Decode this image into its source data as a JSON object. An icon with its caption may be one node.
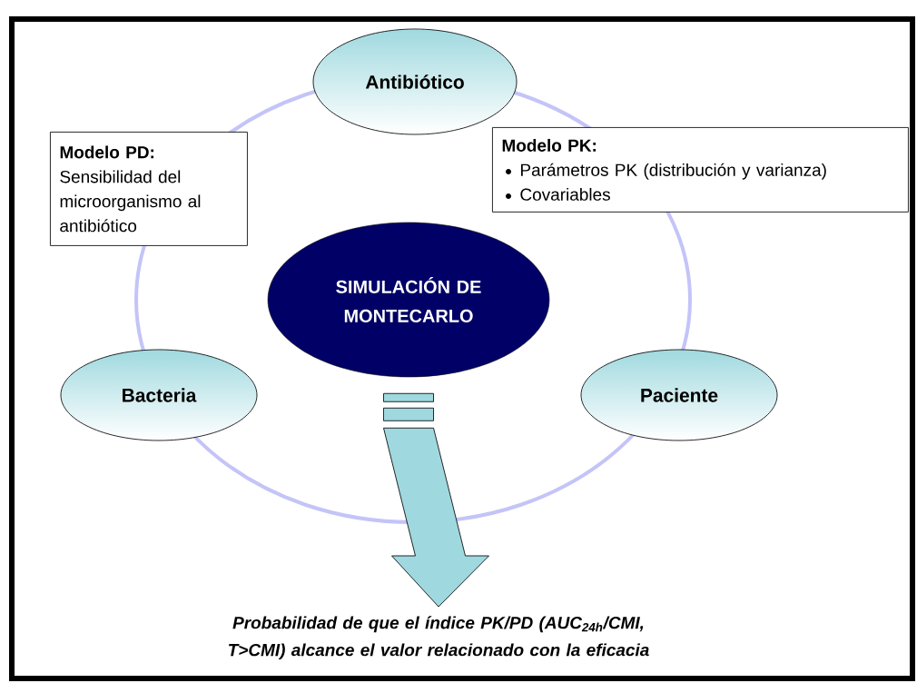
{
  "diagram": {
    "nodes": [
      {
        "text": [
          "Antibiótico"
        ]
      },
      {
        "text": [
          "Modelo PD:",
          "Sensibilidad del microorganismo al antibiótico"
        ]
      },
      {
        "text": [
          "Modelo PK:",
          "Parámetros PK (distribución y varianza)",
          "Covariables"
        ]
      },
      {
        "text": [
          "SIMULACIÓN DE MONTECARLO"
        ]
      },
      {
        "text": [
          "Bacteria"
        ]
      },
      {
        "text": [
          "Paciente"
        ]
      },
      {
        "text": [
          "Probabilidad de que el índice PK/PD (AUC$_{24h}$/CMI, T>CMI) alcance el valor relacionado con la eficacia"
        ]
      }
    ],
    "edges": [
      {
        "from": 3,
        "to": 6,
        "arrow": "to"
      }
    ]
  }
}
